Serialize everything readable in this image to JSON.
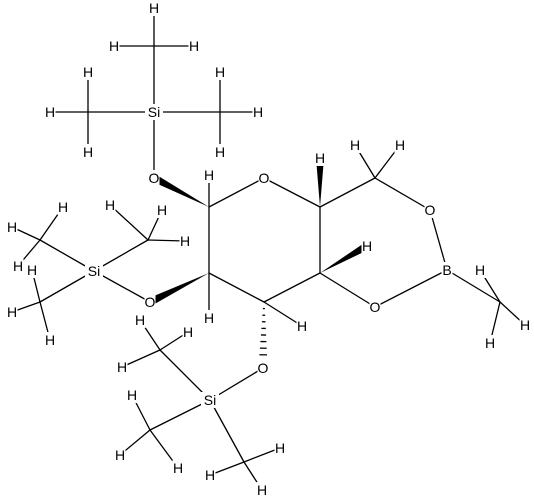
{
  "molecule": {
    "atoms": [
      {
        "id": "O_ring",
        "label": "O"
      },
      {
        "id": "O_bor1",
        "label": "O"
      },
      {
        "id": "O_bor2",
        "label": "O"
      },
      {
        "id": "B",
        "label": "B"
      },
      {
        "id": "O1",
        "label": "O"
      },
      {
        "id": "O2",
        "label": "O"
      },
      {
        "id": "O3",
        "label": "O"
      },
      {
        "id": "Si1",
        "label": "Si"
      },
      {
        "id": "Si2",
        "label": "Si"
      },
      {
        "id": "Si3",
        "label": "Si"
      },
      {
        "id": "H_C5",
        "label": "H"
      },
      {
        "id": "H_C4",
        "label": "H"
      },
      {
        "id": "H_C3",
        "label": "H"
      },
      {
        "id": "H_C2",
        "label": "H"
      },
      {
        "id": "H_C1",
        "label": "H"
      },
      {
        "id": "H_C6a",
        "label": "H"
      },
      {
        "id": "H_C6b",
        "label": "H"
      },
      {
        "id": "H_Bm1",
        "label": "H"
      },
      {
        "id": "H_Bm2",
        "label": "H"
      },
      {
        "id": "H_Bm3",
        "label": "H"
      },
      {
        "id": "H_S1a1",
        "label": "H"
      },
      {
        "id": "H_S1a2",
        "label": "H"
      },
      {
        "id": "H_S1a3",
        "label": "H"
      },
      {
        "id": "H_S1b1",
        "label": "H"
      },
      {
        "id": "H_S1b2",
        "label": "H"
      },
      {
        "id": "H_S1b3",
        "label": "H"
      },
      {
        "id": "H_S1c1",
        "label": "H"
      },
      {
        "id": "H_S1c2",
        "label": "H"
      },
      {
        "id": "H_S1c3",
        "label": "H"
      },
      {
        "id": "H_S2a1",
        "label": "H"
      },
      {
        "id": "H_S2a2",
        "label": "H"
      },
      {
        "id": "H_S2a3",
        "label": "H"
      },
      {
        "id": "H_S2b1",
        "label": "H"
      },
      {
        "id": "H_S2b2",
        "label": "H"
      },
      {
        "id": "H_S2b3",
        "label": "H"
      },
      {
        "id": "H_S2c1",
        "label": "H"
      },
      {
        "id": "H_S2c2",
        "label": "H"
      },
      {
        "id": "H_S2c3",
        "label": "H"
      },
      {
        "id": "H_S3a1",
        "label": "H"
      },
      {
        "id": "H_S3a2",
        "label": "H"
      },
      {
        "id": "H_S3a3",
        "label": "H"
      },
      {
        "id": "H_S3b1",
        "label": "H"
      },
      {
        "id": "H_S3b2",
        "label": "H"
      },
      {
        "id": "H_S3b3",
        "label": "H"
      },
      {
        "id": "H_S3c1",
        "label": "H"
      },
      {
        "id": "H_S3c2",
        "label": "H"
      },
      {
        "id": "H_S3c3",
        "label": "H"
      }
    ]
  }
}
